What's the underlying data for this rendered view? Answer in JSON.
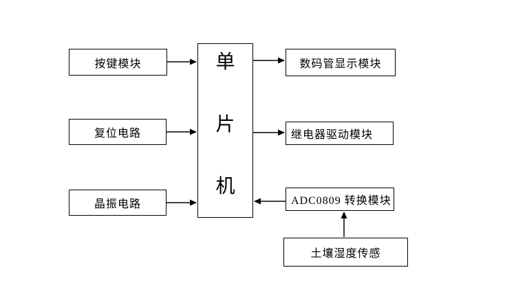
{
  "diagram": {
    "background_color": "#ffffff",
    "line_color": "#000000",
    "nodes": {
      "button": {
        "label": "按键模块"
      },
      "reset": {
        "label": "复位电路"
      },
      "crystal": {
        "label": "晶振电路"
      },
      "mcu": {
        "label": "单片机",
        "chars": [
          "单",
          "片",
          "机"
        ]
      },
      "display": {
        "label": "数码管显示模块"
      },
      "relay": {
        "label": "继电器驱动模块"
      },
      "adc": {
        "label": "ADC0809 转换模块"
      },
      "soil": {
        "label": "土壤湿度传感"
      }
    },
    "connections": [
      {
        "from": "button",
        "to": "mcu",
        "direction": "right"
      },
      {
        "from": "reset",
        "to": "mcu",
        "direction": "right"
      },
      {
        "from": "crystal",
        "to": "mcu",
        "direction": "right"
      },
      {
        "from": "mcu",
        "to": "display",
        "direction": "right"
      },
      {
        "from": "mcu",
        "to": "relay",
        "direction": "right"
      },
      {
        "from": "adc",
        "to": "mcu",
        "direction": "left"
      },
      {
        "from": "soil",
        "to": "adc",
        "direction": "up"
      }
    ]
  }
}
